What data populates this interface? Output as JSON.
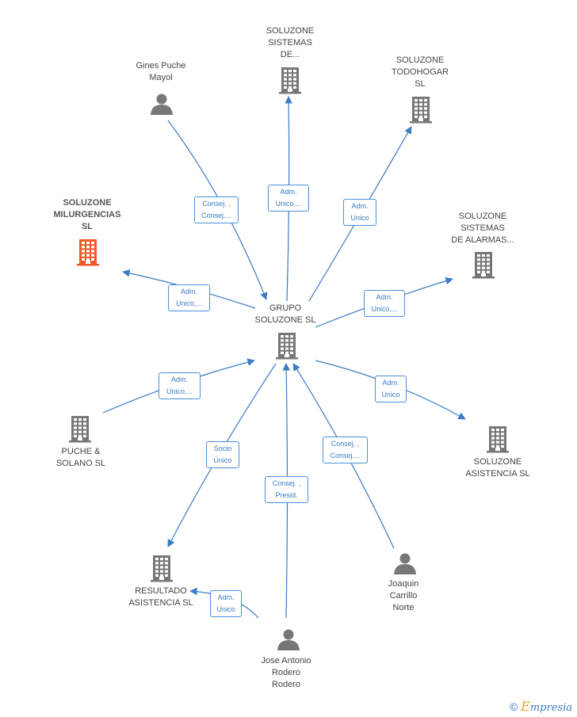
{
  "colors": {
    "edge": "#3b7cc4",
    "node": "#777777",
    "focus_node": "#f05a28"
  },
  "nodes": [
    {
      "id": "grupo",
      "label": "GRUPO\nSOLUZONE SL",
      "kind": "company"
    },
    {
      "id": "sistemas_de",
      "label": "SOLUZONE\nSISTEMAS\nDE...",
      "kind": "company"
    },
    {
      "id": "todohogar",
      "label": "SOLUZONE\nTODOHOGAR\nSL",
      "kind": "company"
    },
    {
      "id": "gines",
      "label": "Gines Puche\nMayol",
      "kind": "person"
    },
    {
      "id": "milurgencias",
      "label": "SOLUZONE\nMILURGENCIAS\nSL",
      "kind": "company",
      "focus": true
    },
    {
      "id": "alarmas",
      "label": "SOLUZONE\nSISTEMAS\nDE ALARMAS...",
      "kind": "company"
    },
    {
      "id": "puche",
      "label": "PUCHE &\nSOLANO SL",
      "kind": "company"
    },
    {
      "id": "asistencia",
      "label": "SOLUZONE\nASISTENCIA SL",
      "kind": "company"
    },
    {
      "id": "resultado",
      "label": "RESULTADO\nASISTENCIA SL",
      "kind": "company"
    },
    {
      "id": "joaquin",
      "label": "Joaquin\nCarrillo\nNorte",
      "kind": "person"
    },
    {
      "id": "jose",
      "label": "Jose Antonio\nRodero\nRodero",
      "kind": "person"
    }
  ],
  "edges": [
    {
      "from": "grupo",
      "to": "sistemas_de",
      "label": "Adm.\nUnico,..."
    },
    {
      "from": "grupo",
      "to": "todohogar",
      "label": "Adm.\nUnico"
    },
    {
      "from": "gines",
      "to": "grupo",
      "label": "Consej. ,\nConsej...."
    },
    {
      "from": "grupo",
      "to": "milurgencias",
      "label": "Adm.\nUnico,..."
    },
    {
      "from": "grupo",
      "to": "alarmas",
      "label": "Adm.\nUnico,..."
    },
    {
      "from": "puche",
      "to": "grupo",
      "label": "Adm.\nUnico,..."
    },
    {
      "from": "grupo",
      "to": "asistencia",
      "label": "Adm.\nUnico"
    },
    {
      "from": "grupo",
      "to": "resultado",
      "label": "Socio\nÚnico"
    },
    {
      "from": "jose",
      "to": "grupo",
      "label": "Consej. ,\nPresid."
    },
    {
      "from": "joaquin",
      "to": "grupo",
      "label": "Consej. ,\nConsej...."
    },
    {
      "from": "jose",
      "to": "resultado",
      "label": "Adm.\nUnico"
    }
  ],
  "brand": {
    "copyright": "©",
    "initial": "E",
    "rest": "mpresia"
  }
}
